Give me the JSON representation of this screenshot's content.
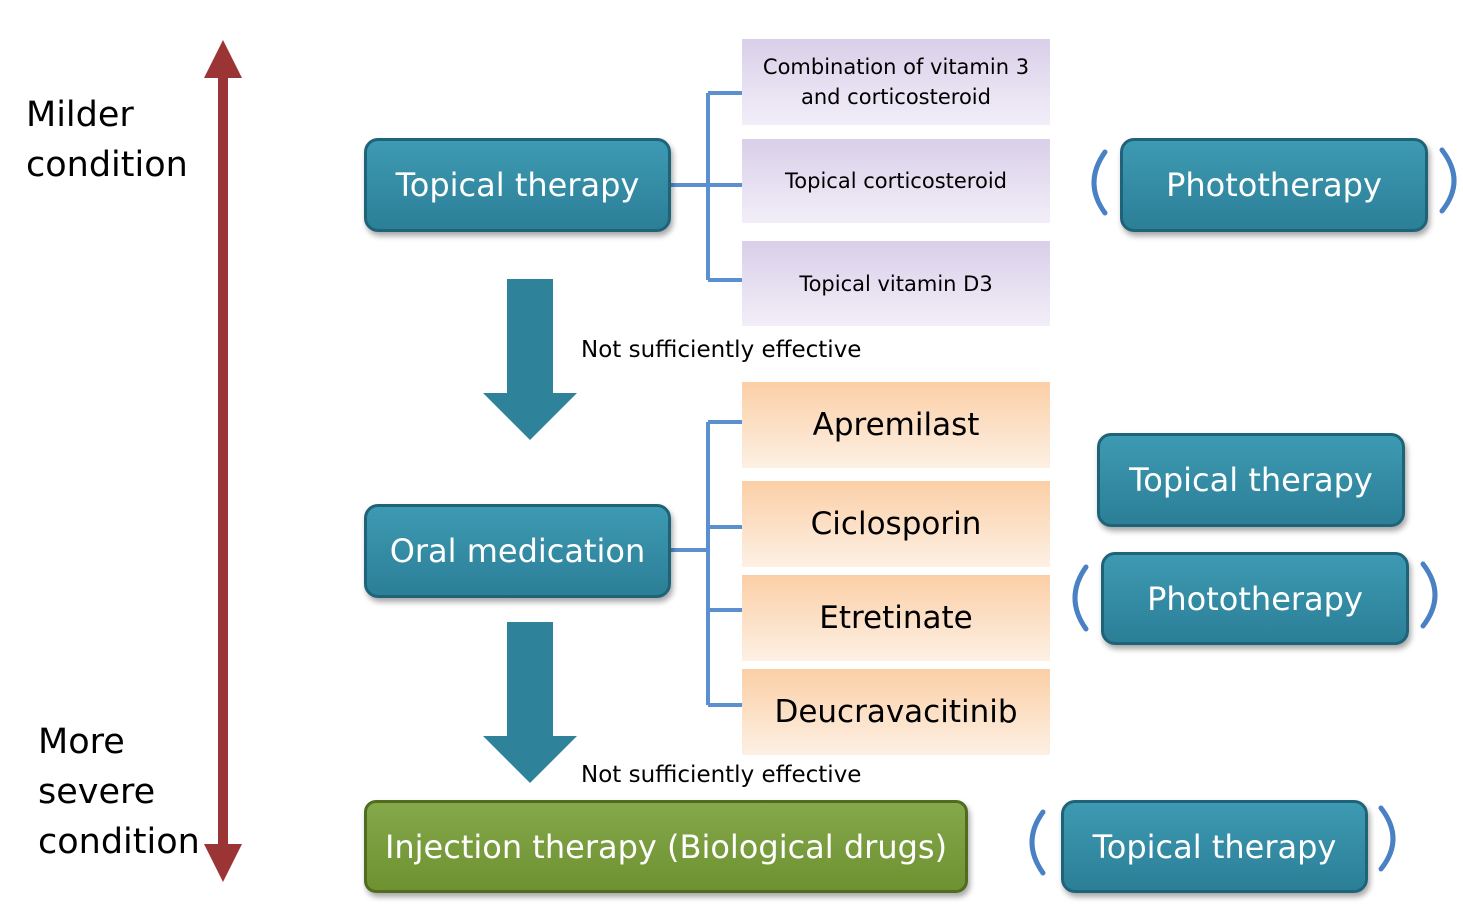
{
  "severity_scale": {
    "milder_label": "Milder\ncondition",
    "severe_label": "More\nsevere\ncondition",
    "arrow_color": "#9b3535"
  },
  "steps": {
    "topical": {
      "label": "Topical therapy",
      "options": [
        "Combination of vitamin 3\nand corticosteroid",
        "Topical corticosteroid",
        "Topical vitamin D3"
      ],
      "adjunct": "Phototherapy",
      "adjunct_optional": true
    },
    "not_effective_1": "Not sufficiently effective",
    "oral": {
      "label": "Oral medication",
      "options": [
        "Apremilast",
        "Ciclosporin",
        "Etretinate",
        "Deucravacitinib"
      ],
      "adjunct_1": "Topical therapy",
      "adjunct_2": "Phototherapy",
      "adjunct_2_optional": true
    },
    "not_effective_2": "Not sufficiently effective",
    "injection": {
      "label": "Injection therapy (Biological drugs)",
      "adjunct": "Topical therapy",
      "adjunct_optional": true
    }
  },
  "colors": {
    "teal": "#2f8aa3",
    "green": "#76993a",
    "connector": "#5a8fd0",
    "flow_arrow": "#2e8299",
    "paren": "#4a80c4"
  }
}
